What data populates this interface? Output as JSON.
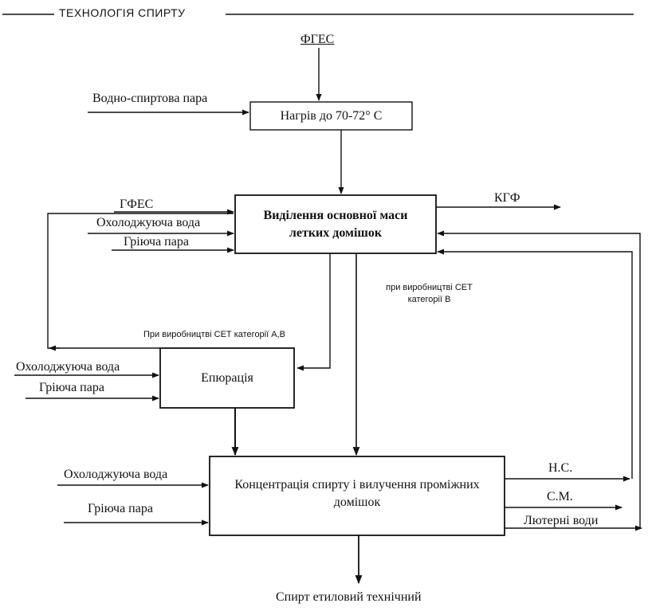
{
  "header": {
    "title": "ТЕХНОЛОГІЯ СПИРТУ"
  },
  "input": {
    "fges": "ФГЕС"
  },
  "labels": {
    "vodno_spyrtova_para": "Водно-спиртова пара",
    "gfes": "ГФЕС",
    "oholodzh_voda_1": "Охолоджуюча вода",
    "griyucha_para_1": "Гріюча пара",
    "kgf": "КГФ",
    "note_set_b": "при виробництві СЕТ категорії В",
    "note_set_ab": "При виробництві СЕТ категорії А,В",
    "oholodzh_voda_2": "Охолоджуюча вода",
    "griyucha_para_2": "Гріюча пара",
    "oholodzh_voda_3": "Охолоджуюча вода",
    "griyucha_para_3": "Гріюча пара",
    "ns": "Н.С.",
    "sm": "С.М.",
    "lyuterni_vody": "Лютерні води",
    "output": "Спирт етиловий технічний"
  },
  "boxes": {
    "heating": "Нагрів до 70-72° С",
    "separation": "Виділення основної маси летких домішок",
    "epuration": "Епюрація",
    "concentration": "Концентрація спирту і вилучення проміжних домішок"
  }
}
